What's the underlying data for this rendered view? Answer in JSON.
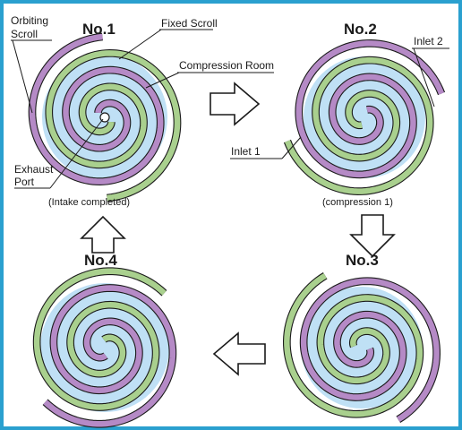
{
  "colors": {
    "frame": "#2aa0cf",
    "chamber": "#bfe0f5",
    "orbiting_scroll": "#b58ac6",
    "fixed_scroll": "#a9d08e",
    "outline": "#1a1a1a",
    "arrow_fill": "#ffffff"
  },
  "stages": [
    {
      "title": "No.1",
      "caption": "(Intake completed)"
    },
    {
      "title": "No.2",
      "caption": "(compression 1)"
    },
    {
      "title": "No.3",
      "caption": ""
    },
    {
      "title": "No.4",
      "caption": ""
    }
  ],
  "labels": {
    "orbiting_scroll_line1": "Orbiting",
    "orbiting_scroll_line2": "Scroll",
    "fixed_scroll": "Fixed Scroll",
    "compression_room": "Compression Room",
    "exhaust_port_line1": "Exhaust",
    "exhaust_port_line2": "Port",
    "inlet_1": "Inlet 1",
    "inlet_2": "Inlet 2"
  },
  "arrows": [
    {
      "from": "No.1",
      "to": "No.2",
      "direction": "right"
    },
    {
      "from": "No.2",
      "to": "No.3",
      "direction": "down"
    },
    {
      "from": "No.3",
      "to": "No.4",
      "direction": "left"
    },
    {
      "from": "No.4",
      "to": "No.1",
      "direction": "up"
    }
  ]
}
